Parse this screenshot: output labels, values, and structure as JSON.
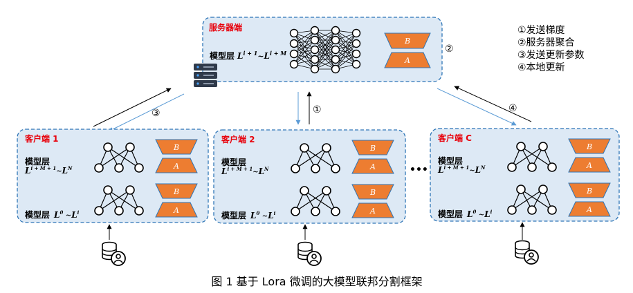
{
  "server": {
    "title": "服务器端",
    "layer_label": "模型层",
    "layer_range": "Li+1~Li+M",
    "adapter_b": "B",
    "adapter_a": "A"
  },
  "clients": [
    {
      "title": "客户端 1",
      "top_layer_label": "模型层",
      "top_layer_range": "Li+M+1~LN",
      "bottom_layer_label": "模型层",
      "bottom_layer_range": "L0~Li",
      "adapter_b": "B",
      "adapter_a": "A"
    },
    {
      "title": "客户端 2",
      "top_layer_label": "模型层",
      "top_layer_range": "Li+M+1~LN",
      "bottom_layer_label": "模型层",
      "bottom_layer_range": "L0~Li",
      "adapter_b": "B",
      "adapter_a": "A"
    },
    {
      "title": "客户端 C",
      "top_layer_label": "模型层",
      "top_layer_range": "Li+M+1~LN",
      "bottom_layer_label": "模型层",
      "bottom_layer_range": "L0~Li",
      "adapter_b": "B",
      "adapter_a": "A"
    }
  ],
  "ellipsis": "•••",
  "step_markers": {
    "s1": "①",
    "s2": "②",
    "s3": "③",
    "s4": "④"
  },
  "legend": [
    "①发送梯度",
    "②服务器聚合",
    "③发送更新参数",
    "④本地更新"
  ],
  "caption": "图 1  基于 Lora 微调的大模型联邦分割框架",
  "colors": {
    "panel_fill": "#dde9f5",
    "panel_border": "#2e75b6",
    "adapter_fill": "#ed7d31",
    "adapter_border": "#2e75b6",
    "title_red": "#e8000b",
    "arrow_black": "#000000",
    "arrow_blue": "#5b9bd5"
  },
  "icons": [
    "server-icon",
    "database-user-icon"
  ]
}
